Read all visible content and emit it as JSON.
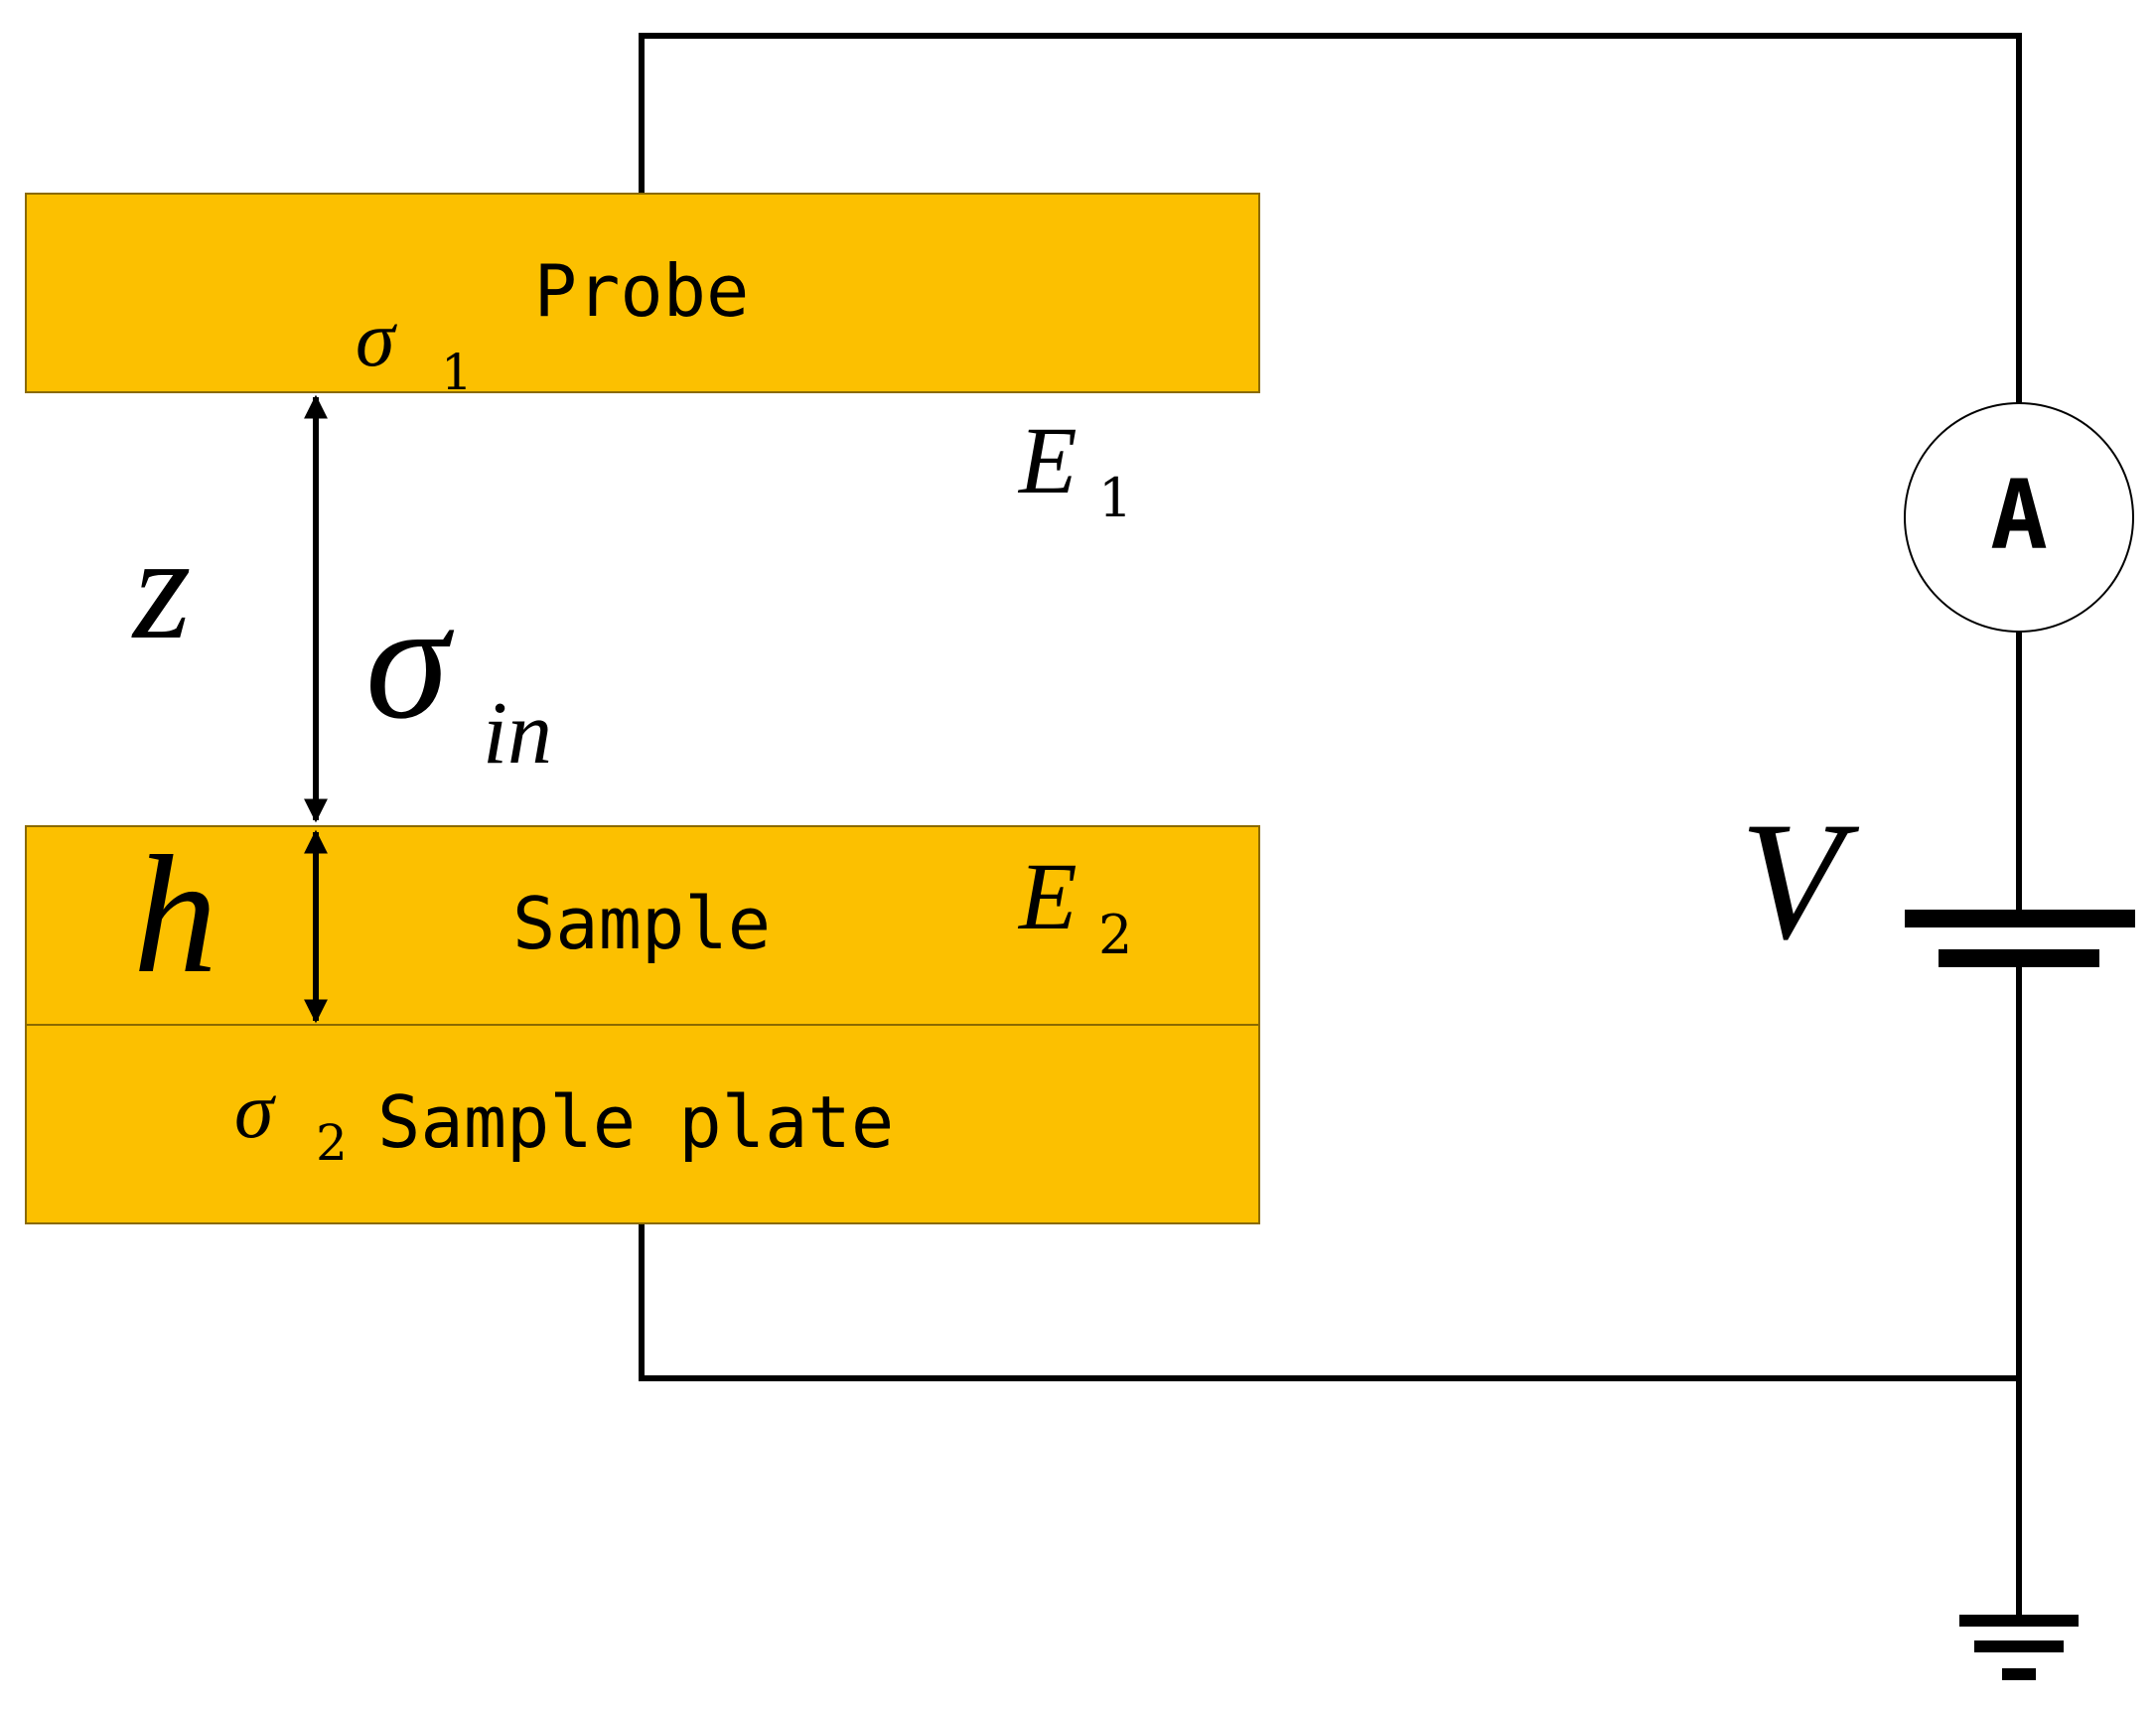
{
  "colors": {
    "plate": "#FCC000",
    "plate_border": "#8a6a00",
    "wire": "#000000",
    "meter_fill": "#ffffff"
  },
  "labels": {
    "probe": "Probe",
    "sample": "Sample",
    "sample_plate": "Sample plate",
    "ammeter": "A",
    "voltage": "V",
    "gap": "z",
    "thickness": "h",
    "sigma": "σ",
    "sigma1_sub": "1",
    "sigma2_sub": "2",
    "sigma_in_sub": "in",
    "e": "E",
    "e1_sub": "1",
    "e2_sub": "2"
  },
  "icons": {
    "ammeter": "ammeter-icon",
    "battery": "battery-icon",
    "ground": "ground-icon",
    "gap_arrow": "double-arrow-icon",
    "thickness_arrow": "double-arrow-icon"
  }
}
